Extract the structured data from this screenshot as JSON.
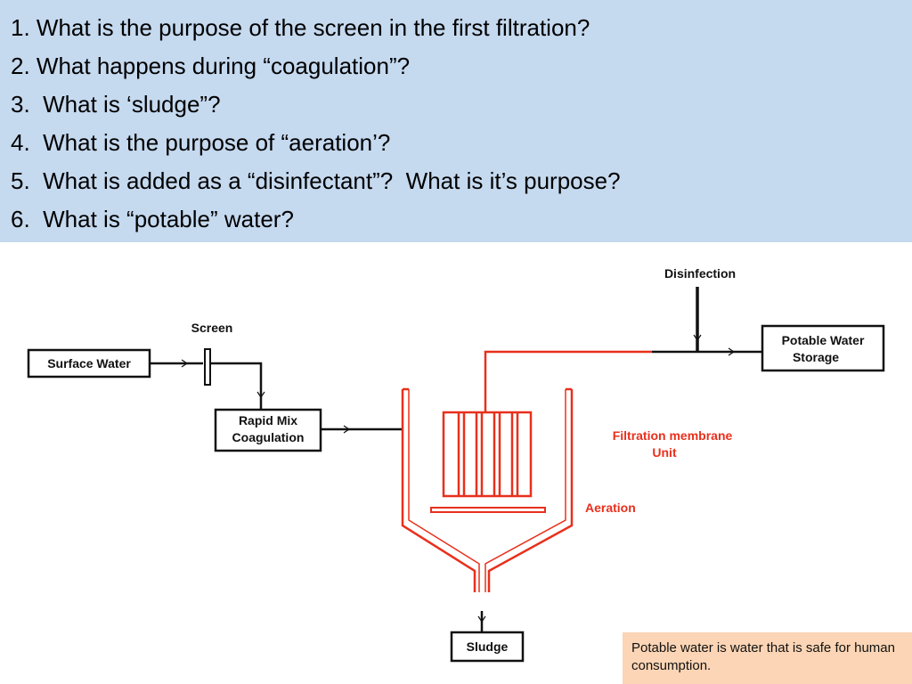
{
  "questions": [
    "1. What is the purpose of the screen in the first filtration?",
    "2. What happens during “coagulation”?",
    "3.  What is ‘sludge”?",
    "4.  What is the purpose of “aeration’?",
    "5.  What is added as a “disinfectant”?  What is it’s purpose?",
    "6.  What is “potable” water?"
  ],
  "diagram": {
    "surface_water": "Surface Water",
    "screen": "Screen",
    "rapid_mix_line1": "Rapid Mix",
    "rapid_mix_line2": "Coagulation",
    "disinfection": "Disinfection",
    "potable_line1": "Potable Water",
    "potable_line2": "Storage",
    "filtration_line1": "Filtration membrane",
    "filtration_line2": "Unit",
    "aeration": "Aeration",
    "sludge": "Sludge"
  },
  "note": "Potable water is water that is safe for human consumption.",
  "colors": {
    "panel": "#c5d9ef",
    "unit": "#e8301c",
    "note": "#fbd5b5"
  }
}
